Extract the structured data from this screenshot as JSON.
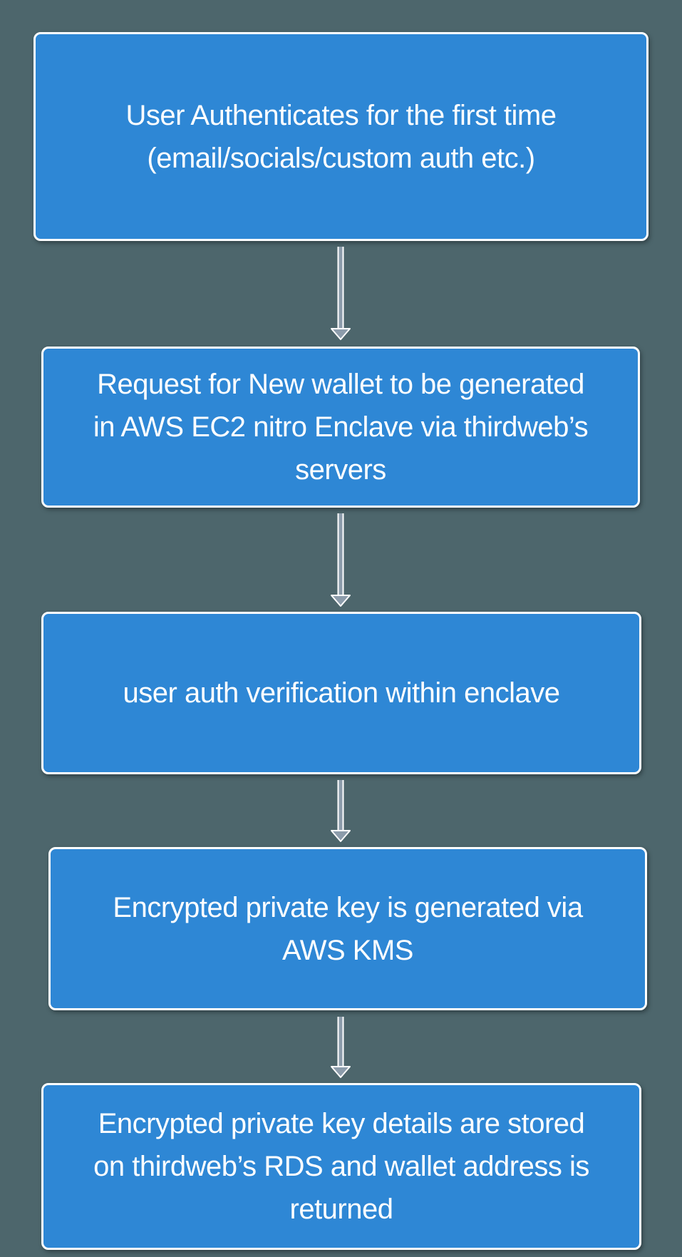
{
  "diagram": {
    "type": "flowchart",
    "direction": "top-down",
    "steps": [
      {
        "id": "authenticate",
        "label": "User Authenticates for the first time\n(email/socials/custom auth etc.)"
      },
      {
        "id": "wallet-request",
        "label": "Request for New wallet to be generated\nin AWS EC2 nitro Enclave via thirdweb’s\nservers"
      },
      {
        "id": "auth-verification",
        "label": "user auth verification within enclave"
      },
      {
        "id": "key-generation",
        "label": "Encrypted private key is generated via\nAWS KMS"
      },
      {
        "id": "key-storage",
        "label": "Encrypted private key details are stored\non thirdweb’s RDS and wallet address is\nreturned"
      }
    ],
    "connections": [
      {
        "from": "authenticate",
        "to": "wallet-request"
      },
      {
        "from": "wallet-request",
        "to": "auth-verification"
      },
      {
        "from": "auth-verification",
        "to": "key-generation"
      },
      {
        "from": "key-generation",
        "to": "key-storage"
      }
    ],
    "colors": {
      "background": "#4D666C",
      "node_fill": "#2E87D5",
      "node_border": "#FFFFFF",
      "node_text": "#FFFFFF",
      "arrow": "#8C9CAB",
      "arrow_outline": "#FFFFFF"
    }
  }
}
